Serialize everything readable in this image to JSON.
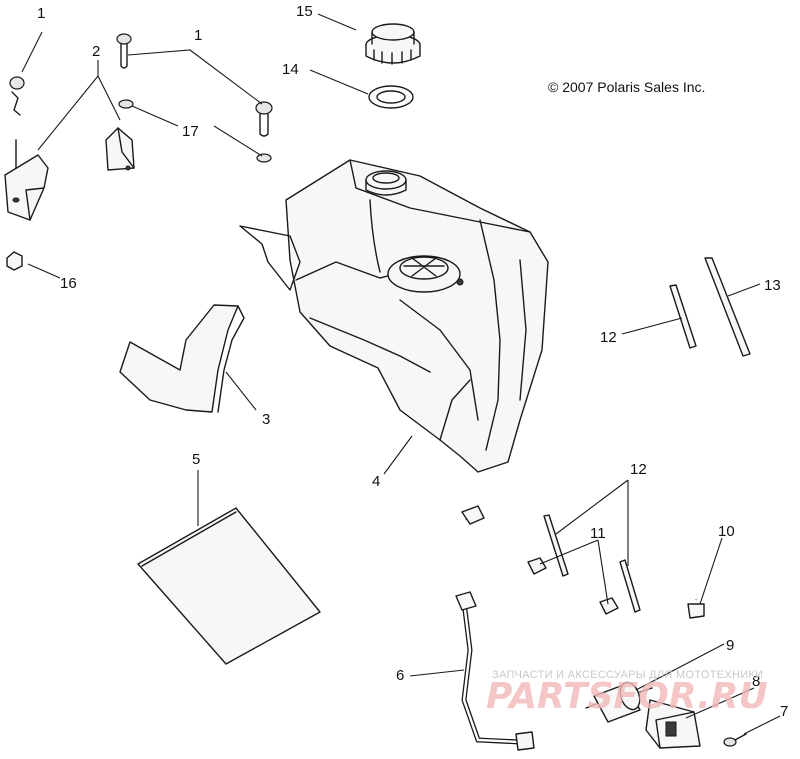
{
  "copyright": "© 2007 Polaris Sales Inc.",
  "watermark": {
    "tagline": "ЗАПЧАСТИ И АКСЕССУАРЫ ДЛЯ МОТОТЕХНИКИ",
    "brand": "PARTSFOR.RU"
  },
  "callouts": [
    {
      "id": "c1a",
      "label": "1"
    },
    {
      "id": "c1b",
      "label": "1"
    },
    {
      "id": "c2",
      "label": "2"
    },
    {
      "id": "c3",
      "label": "3"
    },
    {
      "id": "c4",
      "label": "4"
    },
    {
      "id": "c5",
      "label": "5"
    },
    {
      "id": "c6",
      "label": "6"
    },
    {
      "id": "c7",
      "label": "7"
    },
    {
      "id": "c8",
      "label": "8"
    },
    {
      "id": "c9",
      "label": "9"
    },
    {
      "id": "c10",
      "label": "10"
    },
    {
      "id": "c11",
      "label": "11"
    },
    {
      "id": "c12a",
      "label": "12"
    },
    {
      "id": "c12b",
      "label": "12"
    },
    {
      "id": "c13",
      "label": "13"
    },
    {
      "id": "c14",
      "label": "14"
    },
    {
      "id": "c15",
      "label": "15"
    },
    {
      "id": "c16",
      "label": "16"
    },
    {
      "id": "c17",
      "label": "17"
    }
  ]
}
